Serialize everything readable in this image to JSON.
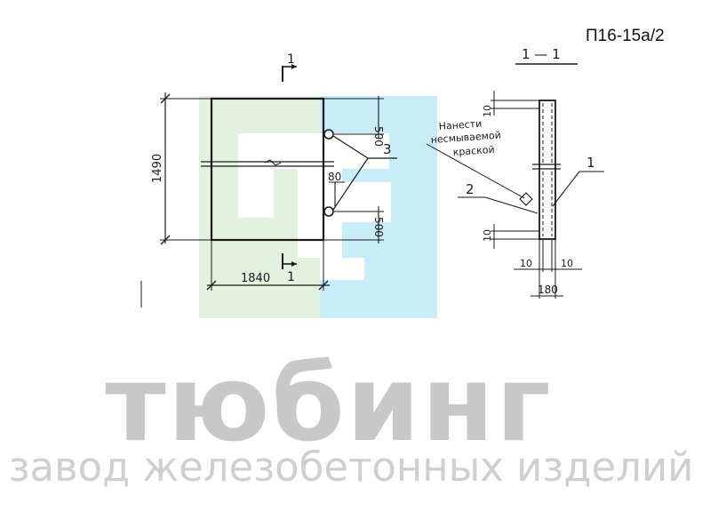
{
  "product_code": "П16-15а/2",
  "plan_view": {
    "section_marker_top": "1",
    "section_marker_bottom": "1",
    "dim_height": "1490",
    "dim_width": "1840",
    "dim_top_offset": "500",
    "dim_bottom_offset": "500",
    "dim_loop_gap": "80",
    "callout_loops": "3"
  },
  "section_view": {
    "title": "1 — 1",
    "note_line1": "Нанести",
    "note_line2": "несмываемой",
    "note_line3": "краской",
    "callout_slab": "1",
    "callout_marking": "2",
    "dim_top": "10",
    "dim_bottom": "10",
    "dim_cover_left": "10",
    "dim_cover_right": "10",
    "dim_thickness": "180"
  },
  "watermark": {
    "brand": "тюбинг",
    "tagline": "завод железобетонных изделий",
    "colors": {
      "green": "#e3f1df",
      "blue": "#c9ecf9",
      "text": "#c8c8c8"
    }
  }
}
